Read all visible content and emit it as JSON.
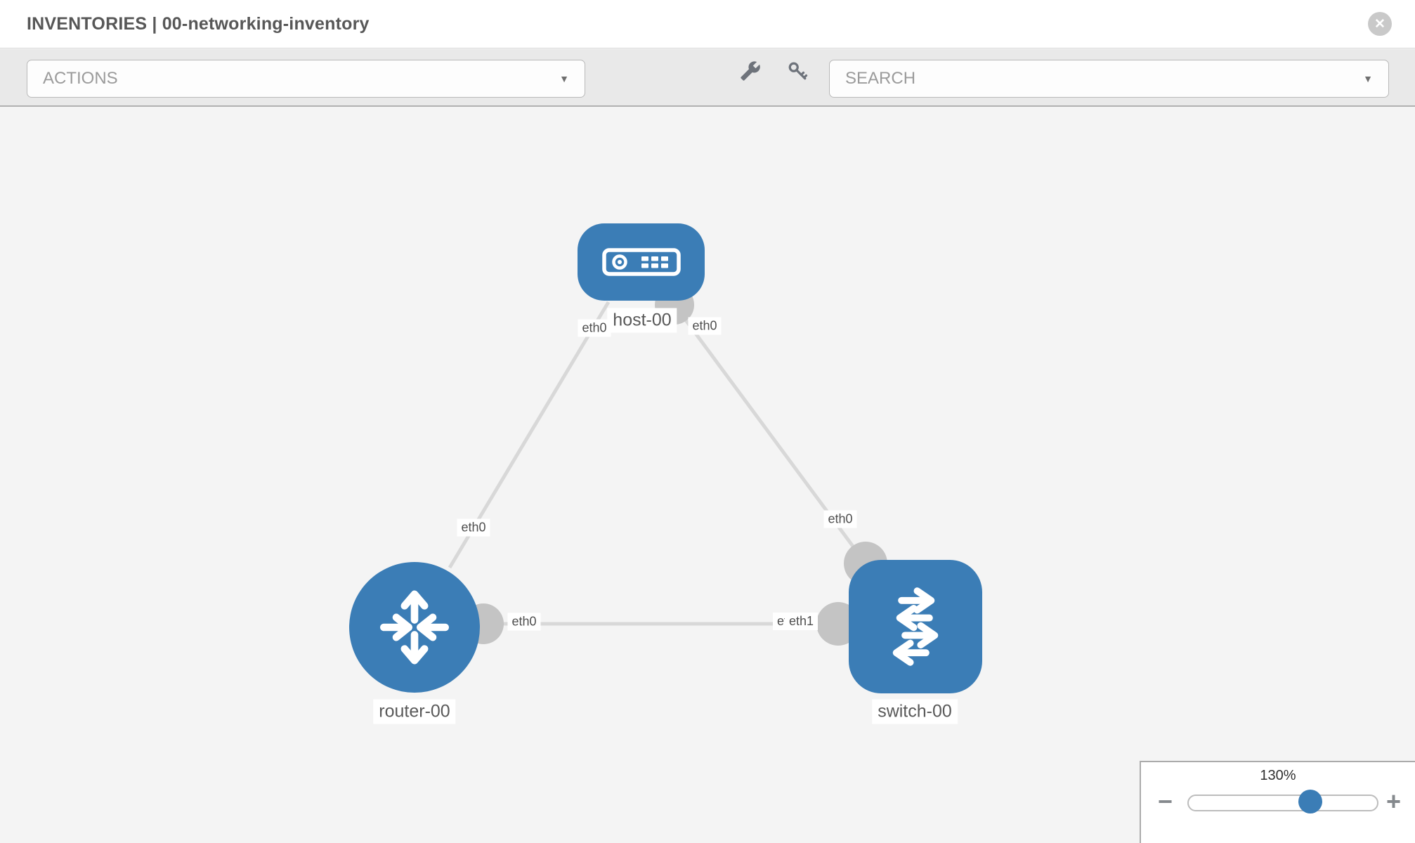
{
  "header": {
    "title": "INVENTORIES | 00-networking-inventory",
    "close_glyph": "✕"
  },
  "toolbar": {
    "actions_label": "ACTIONS",
    "search_placeholder": "SEARCH",
    "caret_glyph": "▼",
    "icons": [
      "wrench-icon",
      "key-icon"
    ]
  },
  "topology": {
    "nodes": [
      {
        "id": "host-00",
        "type": "host",
        "label": "host-00"
      },
      {
        "id": "router-00",
        "type": "router",
        "label": "router-00"
      },
      {
        "id": "switch-00",
        "type": "switch",
        "label": "switch-00"
      }
    ],
    "links": [
      {
        "from": "host-00",
        "from_if": "eth0",
        "to": "router-00",
        "to_if": "eth0"
      },
      {
        "from": "host-00",
        "from_if": "eth0",
        "to": "switch-00",
        "to_if": "eth0"
      },
      {
        "from": "router-00",
        "from_if": "eth0",
        "to": "switch-00",
        "to_if": "eth1"
      }
    ]
  },
  "zoom": {
    "value": "130%",
    "minus_glyph": "−",
    "plus_glyph": "+",
    "slider_percent": 64
  },
  "colors": {
    "node_blue": "#3b7db6",
    "link_gray": "#d8d8d8",
    "port_gray": "#c4c4c4",
    "toolbar_bg": "#e9e9e9",
    "canvas_bg": "#f4f4f4"
  }
}
